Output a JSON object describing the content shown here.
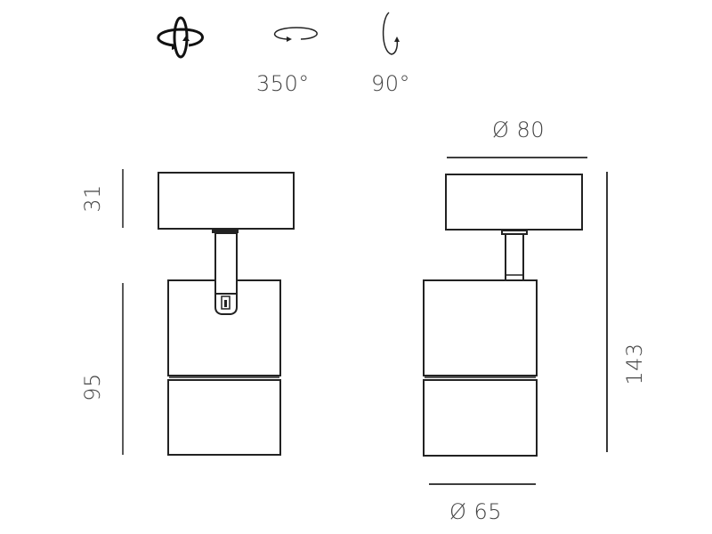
{
  "rotation_icons": [
    {
      "name": "multi-axis-rotation",
      "label": ""
    },
    {
      "name": "horizontal-rotation",
      "label": "350°"
    },
    {
      "name": "vertical-tilt",
      "label": "90°"
    }
  ],
  "side_view": {
    "dimensions": {
      "head_height": "31",
      "body_height": "95"
    }
  },
  "front_view": {
    "dimensions": {
      "head_diameter": "Ø 80",
      "body_diameter": "Ø 65",
      "total_height": "143"
    }
  },
  "colors": {
    "line": "#222222",
    "text": "#444444",
    "background": "#ffffff"
  }
}
